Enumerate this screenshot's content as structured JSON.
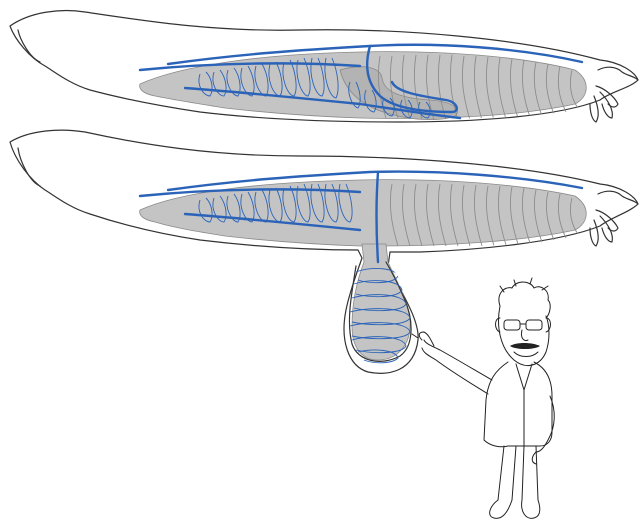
{
  "colors": {
    "blood_vessel": "#2b63b8",
    "tissue": "#c4c4c4",
    "outline": "#333333"
  },
  "panels": [
    {
      "id": "intact",
      "description_icon": "leg-segment-outline"
    },
    {
      "id": "herniated",
      "description_icon": "leg-segment-with-pouch"
    }
  ],
  "presenter": {
    "icon": "cartoon-man-pointing-icon"
  }
}
